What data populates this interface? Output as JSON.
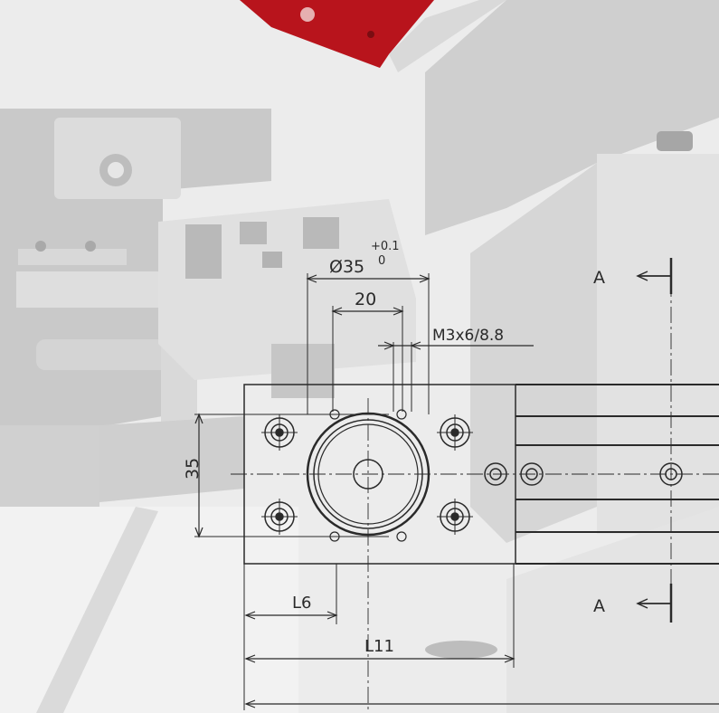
{
  "drawing": {
    "dim_bore": "Ø35",
    "dim_bore_tol_upper": "+0.1",
    "dim_bore_tol_lower": "0",
    "dim_hole_spacing": "20",
    "dim_thread": "M3x6/8.8",
    "dim_height": "35",
    "dim_l6": "L6",
    "dim_l11": "L11",
    "section_mark_top": "A",
    "section_mark_bottom": "A"
  },
  "colors": {
    "line": "#2a2a2a",
    "photo_red": "#b8141c",
    "background": "#eeeeee"
  }
}
